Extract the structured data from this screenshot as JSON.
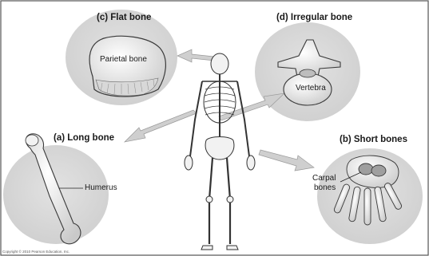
{
  "panels": [
    {
      "id": "c",
      "title": "(c) Flat bone",
      "label": "Parietal bone"
    },
    {
      "id": "d",
      "title": "(d) Irregular bone",
      "label": "Vertebra"
    },
    {
      "id": "a",
      "title": "(a) Long bone",
      "label": "Humerus"
    },
    {
      "id": "b",
      "title": "(b) Short bones",
      "label_line1": "Carpal",
      "label_line2": "bones"
    }
  ],
  "copyright": "Copyright © 2010 Pearson Education, Inc.",
  "colors": {
    "circle_fill": "#d3d3d3",
    "bone_fill": "#ececec",
    "bone_stroke": "#3a3a3a",
    "arrow_fill": "#cccccc",
    "frame": "#555555"
  }
}
